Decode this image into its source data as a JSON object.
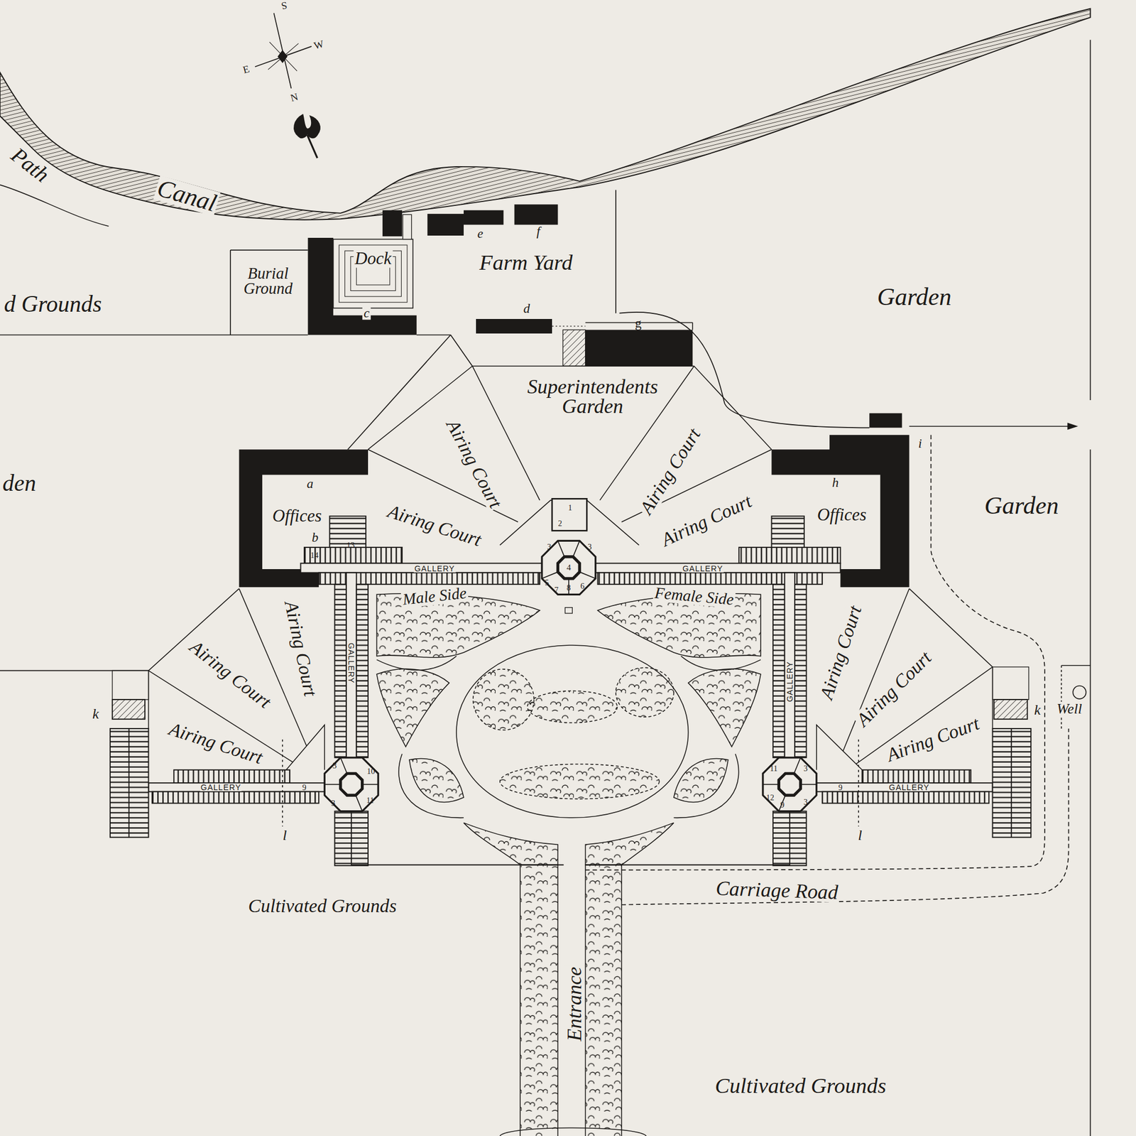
{
  "diagram": {
    "labels": [
      "S",
      "W",
      "E",
      "N",
      "Path",
      "Canal",
      "Burial Ground",
      "Dock",
      "e",
      "f",
      "Farm Yard",
      "d Grounds",
      "c",
      "d",
      "Garden",
      "g",
      "Superintendents Garden",
      "den",
      "Airing Court",
      "Airing Court",
      "Airing Court",
      "Airing Court",
      "a",
      "Offices",
      "b",
      "14",
      "13",
      "1",
      "2",
      "3",
      "3",
      "4",
      "5",
      "7",
      "8",
      "6",
      "GALLERY",
      "GALLERY",
      "Male Side",
      "Female Side",
      "i",
      "h",
      "Offices",
      "Garden",
      "GALLERY",
      "GALLERY",
      "Airing Court",
      "Airing Court",
      "Airing Court",
      "Airing Court",
      "Airing Court",
      "Airing Court",
      "k",
      "k",
      "Well",
      "9",
      "3",
      "10",
      "3",
      "11",
      "GALLERY",
      "l",
      "11",
      "3",
      "9",
      "12",
      "9",
      "3",
      "GALLERY",
      "l",
      "Carriage Road",
      "Cultivated Grounds",
      "Entrance",
      "Cultivated Grounds"
    ]
  }
}
